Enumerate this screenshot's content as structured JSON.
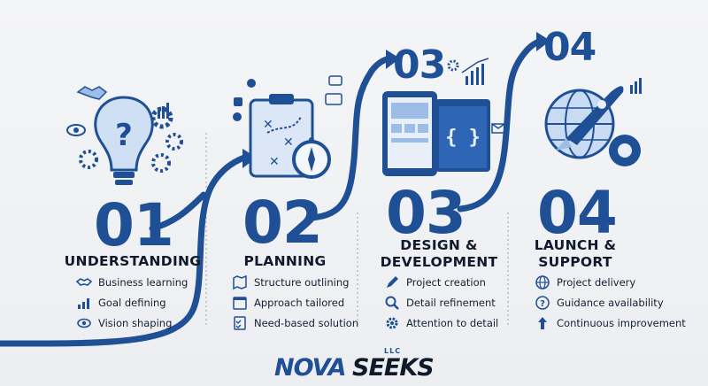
{
  "steps": [
    {
      "number": "01",
      "title": "UNDERSTANDING",
      "items": [
        {
          "icon": "handshake-icon",
          "label": "Business learning"
        },
        {
          "icon": "target-icon",
          "label": "Goal defining"
        },
        {
          "icon": "eye-icon",
          "label": "Vision shaping"
        }
      ]
    },
    {
      "number": "02",
      "title": "PLANNING",
      "items": [
        {
          "icon": "map-icon",
          "label": "Structure outlining"
        },
        {
          "icon": "calendar-icon",
          "label": "Approach tailored"
        },
        {
          "icon": "checklist-icon",
          "label": "Need-based solution"
        }
      ]
    },
    {
      "number": "03",
      "small_number": "03",
      "title_line1": "DESIGN &",
      "title_line2": "DEVELOPMENT",
      "items": [
        {
          "icon": "pencil-icon",
          "label": "Project creation"
        },
        {
          "icon": "magnifier-icon",
          "label": "Detail refinement"
        },
        {
          "icon": "gear-icon",
          "label": "Attention to detail"
        }
      ]
    },
    {
      "number": "04",
      "small_number": "04",
      "title_line1": "LAUNCH &",
      "title_line2": "SUPPORT",
      "items": [
        {
          "icon": "globe-icon",
          "label": "Project delivery"
        },
        {
          "icon": "question-icon",
          "label": "Guidance availability"
        },
        {
          "icon": "arrow-up-icon",
          "label": "Continuous improvement"
        }
      ]
    }
  ],
  "logo": {
    "nova": "NOVA",
    "seeks": "SEEKS",
    "llc": "LLC"
  },
  "colors": {
    "primary": "#1f4f95",
    "dark": "#111a2b",
    "light_blue": "#9dbde6"
  }
}
